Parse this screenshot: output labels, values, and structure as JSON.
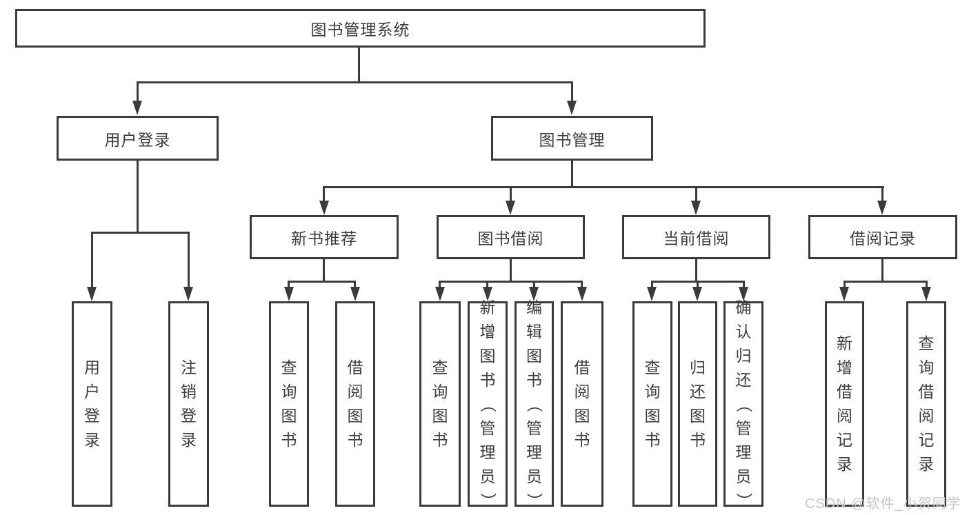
{
  "colors": {
    "line": "#3b3b3b",
    "text": "#3d3d3d",
    "watermark": "#c6c6c8",
    "background": "#ffffff"
  },
  "watermark": {
    "text": "CSDN @软件_小贺同学"
  },
  "diagram": {
    "root": {
      "label": "图书管理系统"
    },
    "level2": [
      {
        "label": "用户登录"
      },
      {
        "label": "图书管理"
      }
    ],
    "level3": [
      {
        "label": "新书推荐",
        "parent": "图书管理"
      },
      {
        "label": "图书借阅",
        "parent": "图书管理"
      },
      {
        "label": "当前借阅",
        "parent": "图书管理"
      },
      {
        "label": "借阅记录",
        "parent": "图书管理"
      }
    ],
    "leaves": [
      {
        "label": "用户登录",
        "parent": "用户登录"
      },
      {
        "label": "注销登录",
        "parent": "用户登录"
      },
      {
        "label": "查询图书",
        "parent": "新书推荐"
      },
      {
        "label": "借阅图书",
        "parent": "新书推荐"
      },
      {
        "label": "查询图书",
        "parent": "图书借阅"
      },
      {
        "label": "新增图书（管理员）",
        "parent": "图书借阅"
      },
      {
        "label": "编辑图书（管理员）",
        "parent": "图书借阅"
      },
      {
        "label": "借阅图书",
        "parent": "图书借阅"
      },
      {
        "label": "查询图书",
        "parent": "当前借阅"
      },
      {
        "label": "归还图书",
        "parent": "当前借阅"
      },
      {
        "label": "确认归还（管理员）",
        "parent": "当前借阅"
      },
      {
        "label": "新增借阅记录",
        "parent": "借阅记录"
      },
      {
        "label": "查询借阅记录",
        "parent": "借阅记录"
      }
    ]
  }
}
